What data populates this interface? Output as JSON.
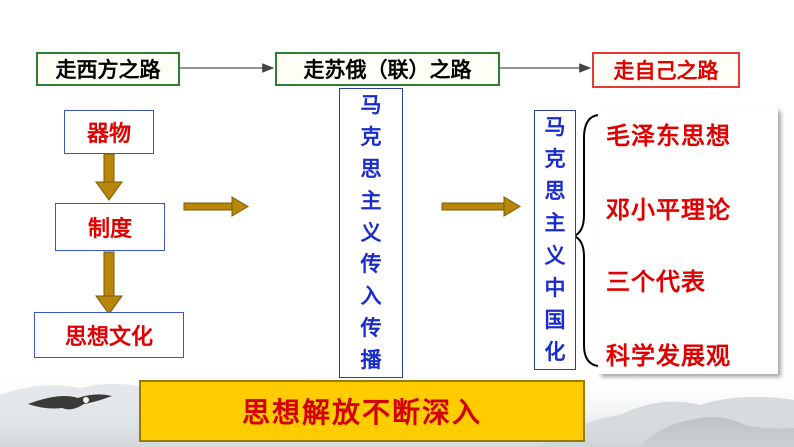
{
  "top_row": {
    "west": "走西方之路",
    "soviet": "走苏俄（联）之路",
    "own": "走自己之路"
  },
  "left_column": {
    "item1": "器物",
    "item2": "制度",
    "item3": "思想文化"
  },
  "middle_column": {
    "chars": [
      "马",
      "克",
      "思",
      "主",
      "义",
      "传",
      "入",
      "传",
      "播"
    ]
  },
  "right_column": {
    "chars": [
      "马",
      "克",
      "思",
      "主",
      "义",
      "中",
      "国",
      "化"
    ]
  },
  "theories": {
    "t1": "毛泽东思想",
    "t2": "邓小平理论",
    "t3": "三个代表",
    "t4": "科学发展观"
  },
  "bottom": {
    "banner": "思想解放不断深入"
  },
  "colors": {
    "arrow": "#b8860b",
    "red": "#e00000",
    "blue": "#1a2ccc",
    "banner": "#ffcc00"
  }
}
